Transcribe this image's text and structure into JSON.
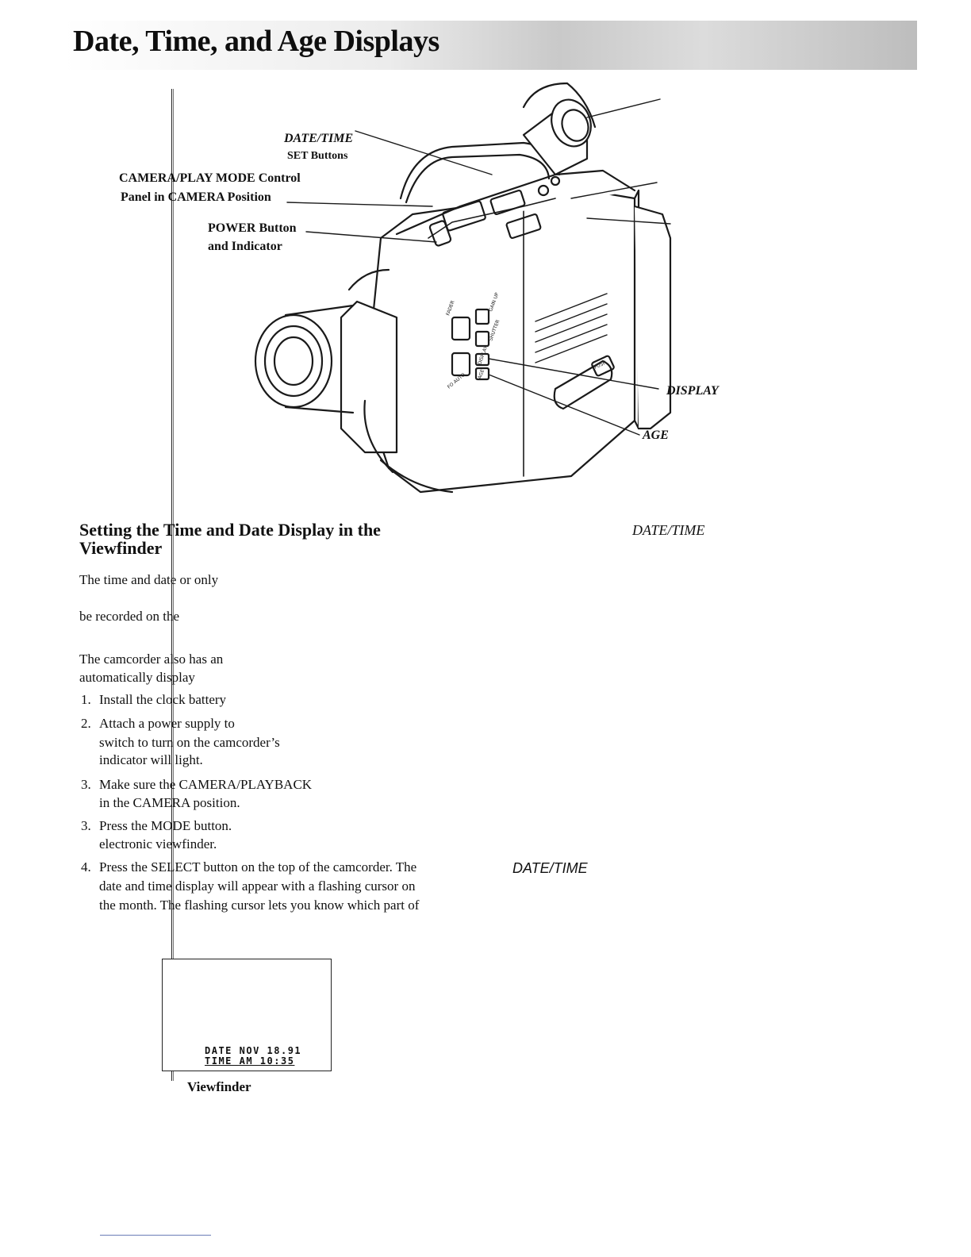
{
  "page": {
    "title": "Date, Time, and Age Displays"
  },
  "diagram": {
    "labels": {
      "datetime_set_1": "DATE/TIME",
      "datetime_set_2": "SET Buttons",
      "mode_control_1": "CAMERA/PLAY MODE Control",
      "mode_control_2": "Panel in CAMERA Position",
      "power_1": "POWER Button",
      "power_2": "and Indicator",
      "display": "DISPLAY",
      "age": "AGE"
    },
    "panel_markings": {
      "fader": "FADER",
      "gain_up": "GAIN UP",
      "shutter": "SHUTTER",
      "display_play": "DISPLAY",
      "age": "AGE",
      "fo_auto": "FO AUTO",
      "push": "PUSH"
    }
  },
  "section": {
    "heading_line1": "Setting the Time and Date Display in the",
    "heading_line2": "Viewfinder",
    "right_margin_1": "DATE/TIME",
    "right_margin_2": "DATE/TIME",
    "paragraphs": [
      "The time and date or only",
      "be recorded on the",
      "The camcorder also has an",
      "automatically display"
    ],
    "steps": [
      {
        "num": "1.",
        "lines": [
          "Install the clock battery"
        ]
      },
      {
        "num": "2.",
        "lines": [
          "Attach a power supply to",
          "switch to turn on the camcorder’s",
          "indicator will light."
        ]
      },
      {
        "num": "3.",
        "lines": [
          "Make sure the CAMERA/PLAYBACK",
          "in the CAMERA position."
        ]
      },
      {
        "num": "3.",
        "lines": [
          "Press the MODE button.",
          "electronic viewfinder."
        ]
      },
      {
        "num": "4.",
        "lines": [
          "Press the SELECT button on the top of the camcorder.  The",
          "date and time display will appear with a flashing cursor on",
          "the month.  The flashing cursor lets you know which part of"
        ]
      }
    ]
  },
  "viewfinder": {
    "date_line": "DATE NOV 18.91",
    "time_line": "TIME  AM 10:35",
    "caption": "Viewfinder"
  }
}
